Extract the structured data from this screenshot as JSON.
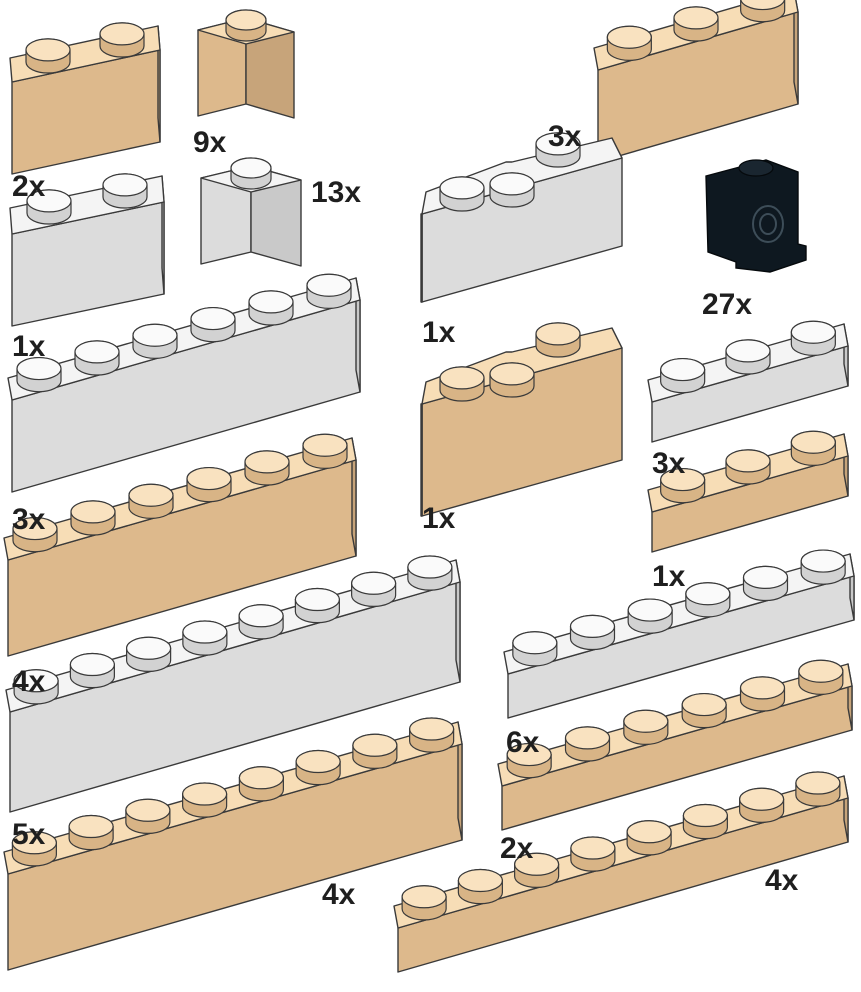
{
  "colors": {
    "tan": {
      "top": "#f7ddb6",
      "front": "#ddb98c",
      "side": "#c7a47a",
      "stud_top": "#f9e2c0",
      "stud_side": "#d8b486"
    },
    "white": {
      "top": "#f4f4f4",
      "front": "#dcdcdc",
      "side": "#c9c9c9",
      "stud_top": "#fafafa",
      "stud_side": "#d2d2d2"
    },
    "black": {
      "fill": "#0e1820"
    },
    "outline": "#3a3a3a",
    "label": "#1f1f1f"
  },
  "parts": [
    {
      "id": "tan-brick-1x2",
      "kind": "brick",
      "color": "tan",
      "studs": 2,
      "quantity": "2x"
    },
    {
      "id": "tan-brick-1x1",
      "kind": "brick",
      "color": "tan",
      "studs": 1,
      "quantity": "9x"
    },
    {
      "id": "tan-brick-1x3",
      "kind": "brick",
      "color": "tan",
      "studs": 3,
      "quantity": "3x"
    },
    {
      "id": "white-brick-1x1",
      "kind": "brick",
      "color": "white",
      "studs": 1,
      "quantity": "13x"
    },
    {
      "id": "white-brick-1x2",
      "kind": "brick",
      "color": "white",
      "studs": 2,
      "quantity": "1x"
    },
    {
      "id": "white-corner-brick",
      "kind": "corner-brick",
      "color": "white",
      "studs": 3,
      "quantity": "1x"
    },
    {
      "id": "black-headlight-brick",
      "kind": "headlight-brick",
      "color": "black",
      "studs": 1,
      "quantity": "27x"
    },
    {
      "id": "white-brick-1x6",
      "kind": "brick",
      "color": "white",
      "studs": 6,
      "quantity": "3x"
    },
    {
      "id": "white-plate-1x3",
      "kind": "plate",
      "color": "white",
      "studs": 3,
      "quantity": "3x"
    },
    {
      "id": "tan-corner-brick",
      "kind": "corner-brick",
      "color": "tan",
      "studs": 3,
      "quantity": "1x"
    },
    {
      "id": "tan-plate-1x3",
      "kind": "plate",
      "color": "tan",
      "studs": 3,
      "quantity": "1x"
    },
    {
      "id": "tan-brick-1x6",
      "kind": "brick",
      "color": "tan",
      "studs": 6,
      "quantity": "4x"
    },
    {
      "id": "white-brick-1x8",
      "kind": "brick",
      "color": "white",
      "studs": 8,
      "quantity": "5x"
    },
    {
      "id": "white-plate-1x6",
      "kind": "plate",
      "color": "white",
      "studs": 6,
      "quantity": "6x"
    },
    {
      "id": "tan-plate-1x6",
      "kind": "plate",
      "color": "tan",
      "studs": 6,
      "quantity": "2x"
    },
    {
      "id": "tan-brick-1x8",
      "kind": "brick",
      "color": "tan",
      "studs": 8,
      "quantity": "4x"
    },
    {
      "id": "tan-plate-1x8",
      "kind": "plate",
      "color": "tan",
      "studs": 8,
      "quantity": "4x"
    }
  ]
}
